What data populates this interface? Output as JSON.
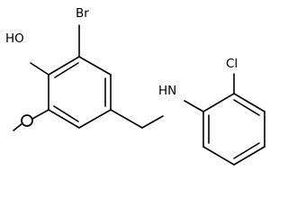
{
  "molecule": {
    "atoms": {
      "br": "Br",
      "ho": "HO",
      "nh": "HN",
      "cl": "Cl"
    }
  }
}
